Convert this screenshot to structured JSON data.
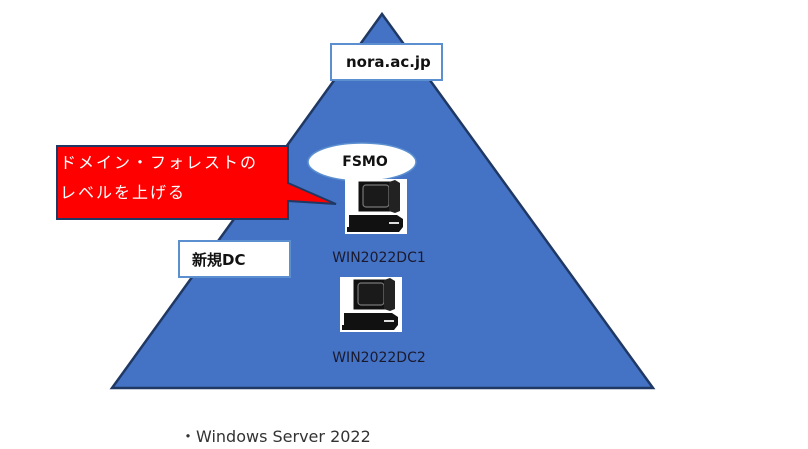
{
  "diagram": {
    "domain_name": "nora.ac.jp",
    "fsmo_label": "FSMO",
    "new_dc_label": "新規DC",
    "callout": {
      "line1": "ドメイン・フォレストの",
      "line2": "レベルを上げる"
    },
    "servers": [
      {
        "name": "WIN2022DC1",
        "icon": "computer-icon",
        "role": "FSMO"
      },
      {
        "name": "WIN2022DC2",
        "icon": "computer-icon"
      }
    ],
    "colors": {
      "triangle_fill": "#4472c4",
      "triangle_stroke": "#1f3864",
      "callout_fill": "#ff0000",
      "callout_stroke": "#1f3864",
      "label_border": "#5b8fd0"
    }
  },
  "footnote": "・Windows Server 2022"
}
